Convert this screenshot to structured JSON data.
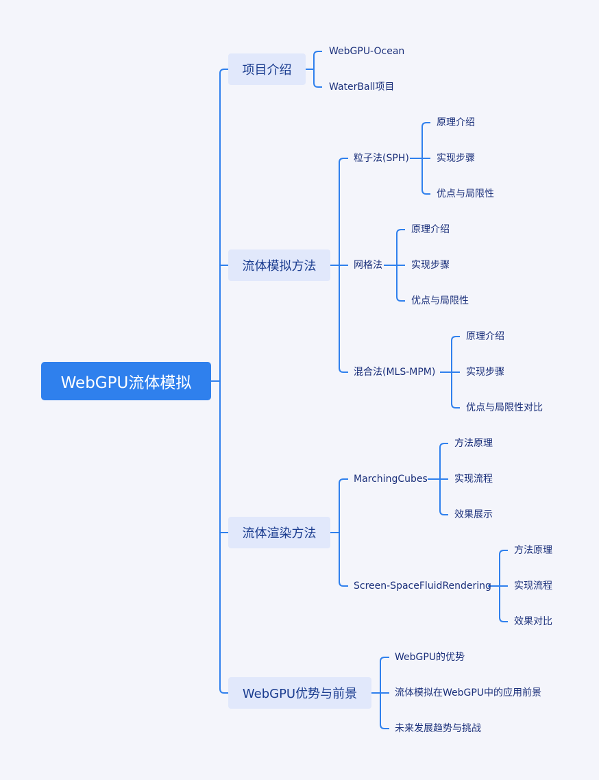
{
  "mindmap": {
    "root": "WebGPU流体模拟",
    "branches": [
      {
        "label": "项目介绍",
        "children": [
          {
            "label": "WebGPU-Ocean"
          },
          {
            "label": "WaterBall项目"
          }
        ]
      },
      {
        "label": "流体模拟方法",
        "children": [
          {
            "label": "粒子法(SPH)",
            "children": [
              "原理介绍",
              "实现步骤",
              "优点与局限性"
            ]
          },
          {
            "label": "网格法",
            "children": [
              "原理介绍",
              "实现步骤",
              "优点与局限性"
            ]
          },
          {
            "label": "混合法(MLS-MPM)",
            "children": [
              "原理介绍",
              "实现步骤",
              "优点与局限性对比"
            ]
          }
        ]
      },
      {
        "label": "流体渲染方法",
        "children": [
          {
            "label": "MarchingCubes",
            "children": [
              "方法原理",
              "实现流程",
              "效果展示"
            ]
          },
          {
            "label": "Screen-SpaceFluidRendering",
            "children": [
              "方法原理",
              "实现流程",
              "效果对比"
            ]
          }
        ]
      },
      {
        "label": "WebGPU优势与前景",
        "children": [
          {
            "label": "WebGPU的优势"
          },
          {
            "label": "流体模拟在WebGPU中的应用前景"
          },
          {
            "label": "未来发展趋势与挑战"
          }
        ]
      }
    ]
  },
  "colors": {
    "background": "#f4f5fb",
    "root_fill": "#2f80ed",
    "branch_fill": "#e1e8fb",
    "connector": "#2f80ed",
    "text": "#1a2f7a"
  }
}
